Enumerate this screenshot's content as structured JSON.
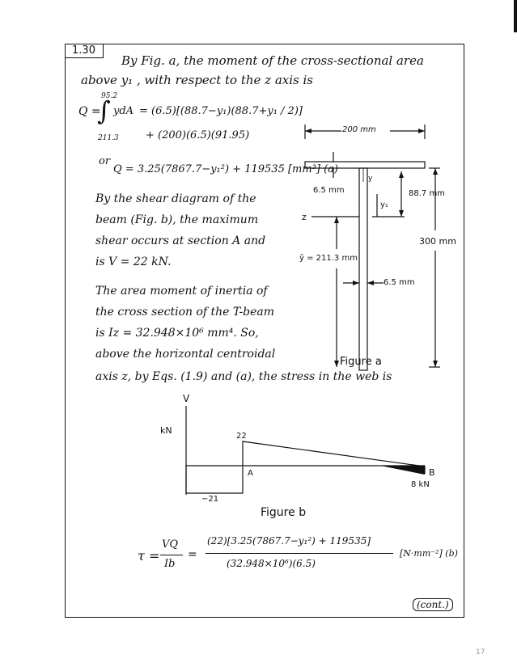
{
  "problem_number": "1.30",
  "intro": {
    "line1": "By Fig. a, the moment of the cross-sectional area",
    "line2": "above y₁ , with respect to the z axis is"
  },
  "q_integral": {
    "lhs": "Q =",
    "upper_limit": "95.2",
    "lower_limit": "211.3",
    "integrand": "ydA",
    "term1": "= (6.5)[(88.7−y₁)(88.7+y₁ / 2)]",
    "term2": "+ (200)(6.5)(91.95)"
  },
  "or_label": "or",
  "q_result": "Q = 3.25(7867.7−y₁²) + 119535 [mm³] (a)",
  "shear_text": {
    "line1": "By the shear diagram of the",
    "line2": "beam (Fig. b), the maximum",
    "line3": "shear occurs at section A and",
    "line4": "is V = 22 kN."
  },
  "inertia_text": {
    "line1": "The area moment of inertia of",
    "line2": "the cross section of the T-beam",
    "line3": "is Iz = 32.948×10⁶ mm⁴. So,",
    "line4": "above the horizontal centroidal",
    "line5": "axis z, by Eqs. (1.9) and (a), the stress in the web is"
  },
  "figure_a": {
    "caption": "Figure a",
    "flange_width": "200 mm",
    "thickness_top": "6.5 mm",
    "top_dim": "88.7 mm",
    "y1_label": "y₁",
    "y_label": "y",
    "z_label": "z",
    "height": "300 mm",
    "ybar": "ȳ = 211.3 mm",
    "web_thickness": "6.5 mm"
  },
  "figure_b": {
    "caption": "Figure b",
    "axis_v": "V",
    "axis_unit": "kN",
    "val_top": "22",
    "val_bottom": "−21",
    "point_a": "A",
    "point_b": "B",
    "val_b": "8 kN"
  },
  "stress_eq": {
    "lhs": "τ =",
    "frac1_num": "VQ",
    "frac1_den": "Ib",
    "eq": "=",
    "frac2_num": "(22)[3.25(7867.7−y₁²) + 119535]",
    "frac2_den": "(32.948×10⁶)(6.5)",
    "units": "[N·mm⁻²] (b)"
  },
  "cont_label": "(cont.)",
  "page_mark": "17"
}
